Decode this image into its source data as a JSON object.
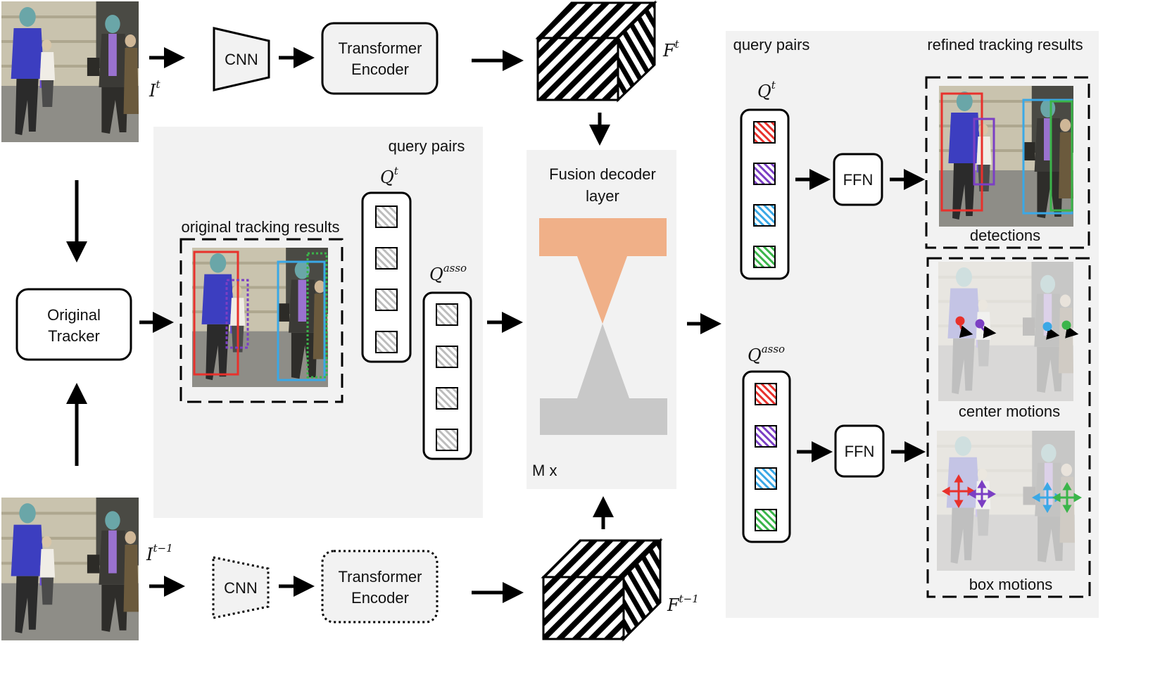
{
  "labels": {
    "cnn": "CNN",
    "transformer_encoder_line1": "Transformer",
    "transformer_encoder_line2": "Encoder",
    "original_tracker_line1": "Original",
    "original_tracker_line2": "Tracker",
    "query_pairs": "query pairs",
    "original_tracking_results": "original tracking results",
    "fusion_decoder_line1": "Fusion decoder",
    "fusion_decoder_line2": "layer",
    "repeat": "M x",
    "ffn": "FFN",
    "refined_tracking_results": "refined tracking results",
    "detections": "detections",
    "center_motions": "center motions",
    "box_motions": "box motions"
  },
  "math": {
    "frame_t_base": "I",
    "frame_t_sup": "t",
    "frame_prev_base": "I",
    "frame_prev_sup": "t−1",
    "feat_t_base": "F",
    "feat_t_sup": "t",
    "feat_prev_base": "F",
    "feat_prev_sup": "t−1",
    "query_t_base": "Q",
    "query_t_sup": "t",
    "query_asso_base": "Q",
    "query_asso_sup": "asso"
  },
  "colors": {
    "track_red": "#e8312c",
    "track_purple": "#7b3fc4",
    "track_blue": "#3aa8e6",
    "track_green": "#3bb54a",
    "decoder_top": "#f0b088",
    "decoder_bottom": "#c8c8c8",
    "panel_bg": "#f2f2f2",
    "box_fill": "#f2f2f2"
  }
}
